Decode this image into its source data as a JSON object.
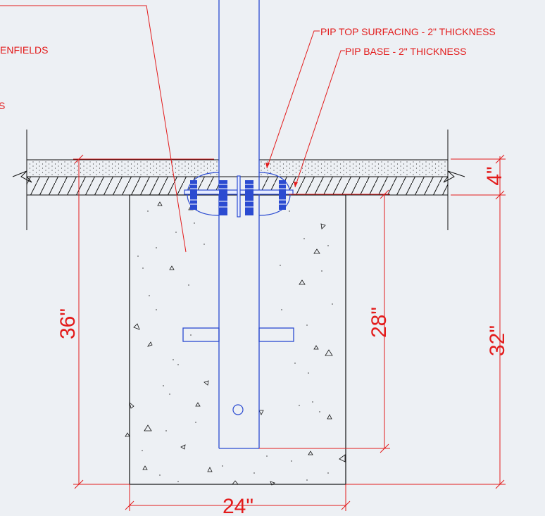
{
  "labels": {
    "top_surfacing": "PIP TOP SURFACING - 2\" THICKNESS",
    "base": "PIP BASE - 2\" THICKNESS",
    "left_cut_1": "ENFIELDS",
    "left_cut_2": "S"
  },
  "dimensions": {
    "footing_depth": "36\"",
    "post_embed": "28\"",
    "footing_below_base": "32\"",
    "surface_total": "4\"",
    "footing_width": "24\""
  },
  "colors": {
    "annotation": "#e31b1b",
    "steel": "#2b4bd1",
    "outline": "#111111",
    "background": "#edf0f4"
  }
}
